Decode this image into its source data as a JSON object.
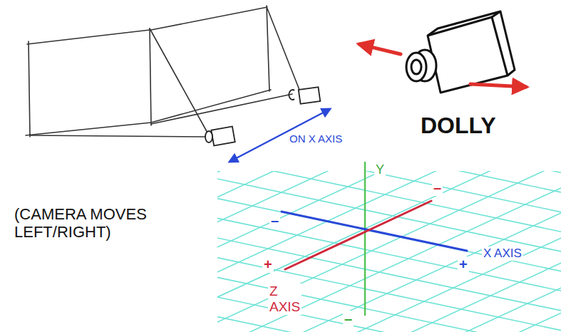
{
  "diagram": {
    "labels": [
      "DOLLY",
      "ON X AXIS",
      "Y",
      "–",
      "(CAMERA MOVES LEFT/RIGHT)",
      "–",
      "X AXIS",
      "+",
      "+",
      "Z AXIS",
      "–"
    ]
  }
}
